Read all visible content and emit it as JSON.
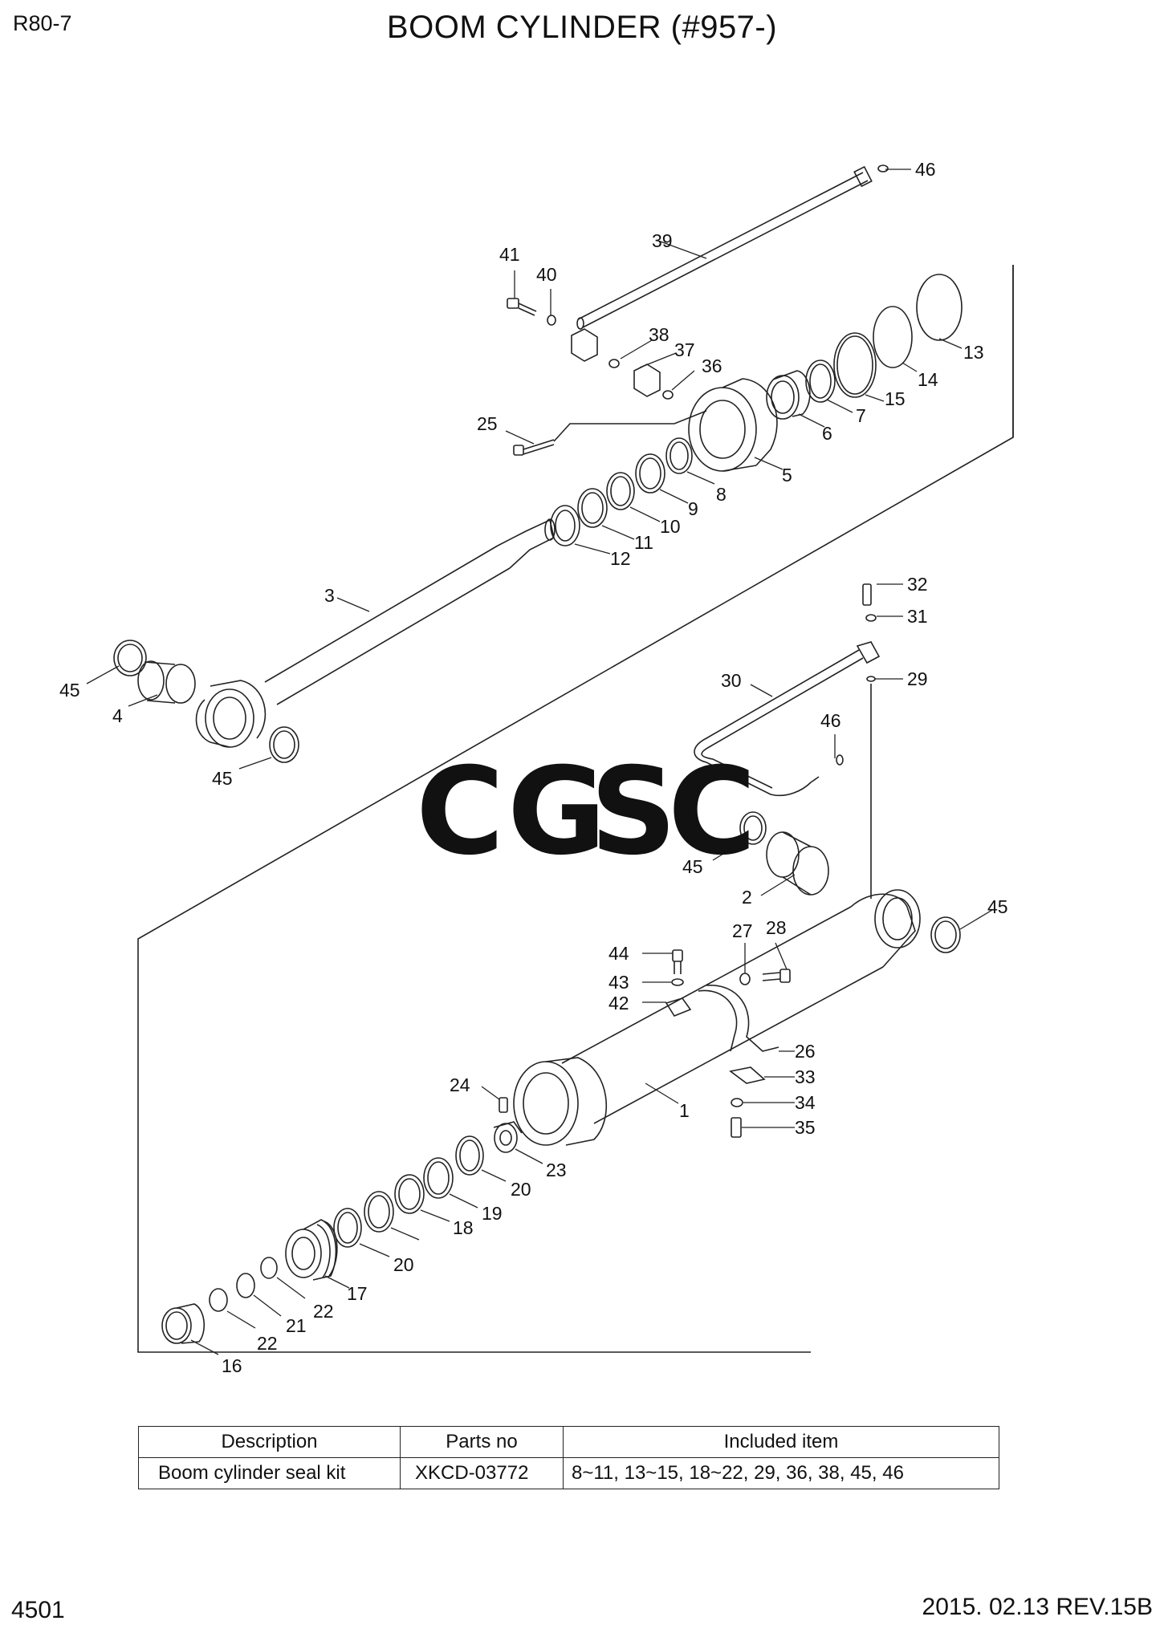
{
  "header": {
    "model": "R80-7",
    "title": "BOOM CYLINDER (#957-)"
  },
  "watermark": {
    "letters": [
      "C",
      "G",
      "S",
      "C"
    ],
    "colors": [
      "#7ba7f0",
      "#f29b8e",
      "#f7d56a",
      "#7cc79a"
    ]
  },
  "callouts": [
    "1",
    "2",
    "3",
    "4",
    "5",
    "6",
    "7",
    "8",
    "9",
    "10",
    "11",
    "12",
    "13",
    "14",
    "15",
    "16",
    "17",
    "18",
    "19",
    "20",
    "20",
    "21",
    "22",
    "22",
    "23",
    "24",
    "25",
    "26",
    "27",
    "28",
    "29",
    "30",
    "31",
    "32",
    "33",
    "34",
    "35",
    "36",
    "37",
    "38",
    "39",
    "40",
    "41",
    "42",
    "43",
    "44",
    "45",
    "45",
    "45",
    "45",
    "46",
    "46"
  ],
  "table": {
    "headers": [
      "Description",
      "Parts no",
      "Included item"
    ],
    "rows": [
      {
        "description": "Boom cylinder seal kit",
        "parts_no": "XKCD-03772",
        "included": "8~11, 13~15, 18~22, 29, 36, 38, 45, 46"
      }
    ]
  },
  "footer": {
    "page": "4501",
    "revision": "2015. 02.13  REV.15B"
  }
}
